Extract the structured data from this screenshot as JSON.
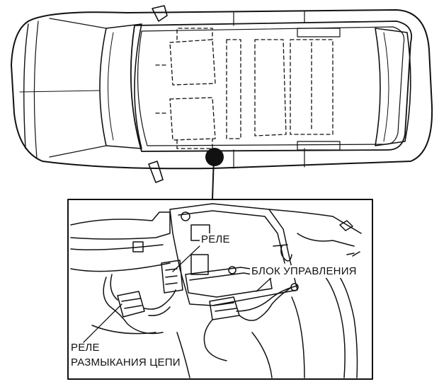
{
  "labels": {
    "relay": "РЕЛЕ",
    "control_unit": "БЛОК УПРАВЛЕНИЯ",
    "cutoff_relay_line1": "РЕЛЕ",
    "cutoff_relay_line2": "РАЗМЫКАНИЯ  ЦЕПИ"
  },
  "colors": {
    "ink": "#111111",
    "background": "#ffffff"
  }
}
